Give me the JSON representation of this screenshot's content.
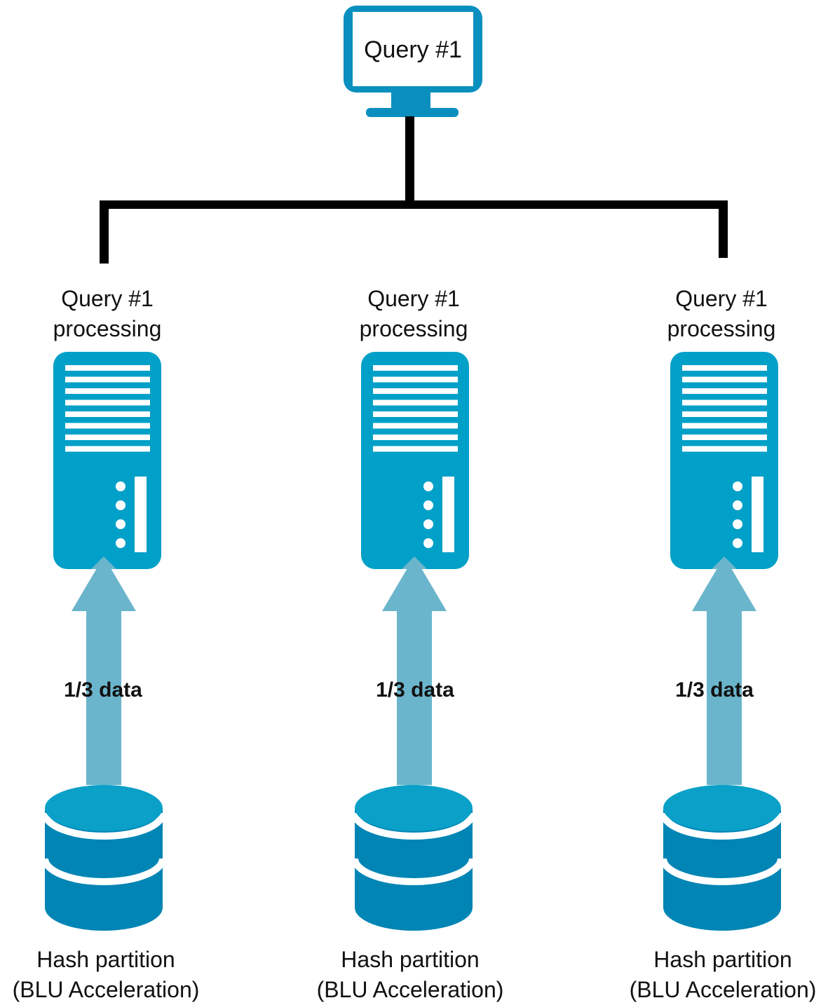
{
  "colors": {
    "accent": "#00a0c8",
    "monitor": "#0a8fbf",
    "db_top": "#0aa0c8",
    "db_body": "#0085b5",
    "arrow": "#6bb5cc",
    "connector": "#000000",
    "text": "#111111"
  },
  "client": {
    "icon": "monitor-icon",
    "label": "Query #1"
  },
  "nodes": [
    {
      "label_line1": "Query #1",
      "label_line2": "processing",
      "server_icon": "server-icon",
      "arrow_label": "1/3 data",
      "db_icon": "database-icon",
      "db_line1": "Hash partition",
      "db_line2": "(BLU Acceleration)"
    },
    {
      "label_line1": "Query #1",
      "label_line2": "processing",
      "server_icon": "server-icon",
      "arrow_label": "1/3 data",
      "db_icon": "database-icon",
      "db_line1": "Hash partition",
      "db_line2": "(BLU Acceleration)"
    },
    {
      "label_line1": "Query #1",
      "label_line2": "processing",
      "server_icon": "server-icon",
      "arrow_label": "1/3 data",
      "db_icon": "database-icon",
      "db_line1": "Hash partition",
      "db_line2": "(BLU Acceleration)"
    }
  ]
}
